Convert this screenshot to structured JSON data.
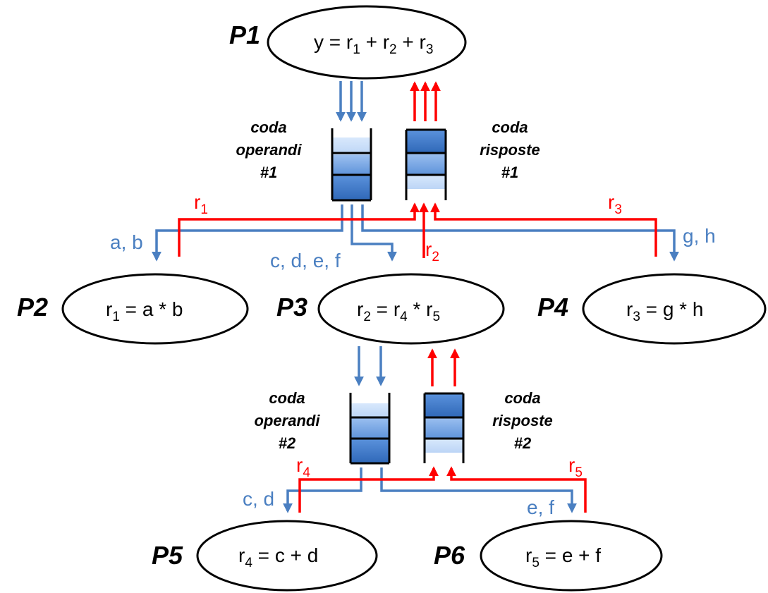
{
  "colors": {
    "operand_flow": "#4a7fc1",
    "result_flow": "#ff0000",
    "queue_fill_light": "#a9c9f3",
    "queue_fill_dark": "#3d78c9",
    "outline": "#000000"
  },
  "processes": {
    "p1": {
      "name": "P1",
      "formula": {
        "pre": "y = r",
        "s1": "1",
        "m1": " + r",
        "s2": "2",
        "m2": " + r",
        "s3": "3"
      }
    },
    "p2": {
      "name": "P2",
      "formula": {
        "pre": "r",
        "s1": "1",
        "post": " = a * b"
      }
    },
    "p3": {
      "name": "P3",
      "formula": {
        "pre": "r",
        "s1": "2",
        "m1": " = r",
        "s2": "4",
        "m2": " * r",
        "s3": "5"
      }
    },
    "p4": {
      "name": "P4",
      "formula": {
        "pre": "r",
        "s1": "3",
        "post": " = g * h"
      }
    },
    "p5": {
      "name": "P5",
      "formula": {
        "pre": "r",
        "s1": "4",
        "post": " = c + d"
      }
    },
    "p6": {
      "name": "P6",
      "formula": {
        "pre": "r",
        "s1": "5",
        "post": " = e + f"
      }
    }
  },
  "queues": {
    "operandi1": {
      "line1": "coda",
      "line2": "operandi",
      "line3": "#1"
    },
    "risposte1": {
      "line1": "coda",
      "line2": "risposte",
      "line3": "#1"
    },
    "operandi2": {
      "line1": "coda",
      "line2": "operandi",
      "line3": "#2"
    },
    "risposte2": {
      "line1": "coda",
      "line2": "risposte",
      "line3": "#2"
    }
  },
  "operand_labels": {
    "ab": "a, b",
    "cdef": "c, d, e, f",
    "gh": "g, h",
    "cd": "c, d",
    "ef": "e, f"
  },
  "result_labels": {
    "r1": {
      "base": "r",
      "sub": "1"
    },
    "r2": {
      "base": "r",
      "sub": "2"
    },
    "r3": {
      "base": "r",
      "sub": "3"
    },
    "r4": {
      "base": "r",
      "sub": "4"
    },
    "r5": {
      "base": "r",
      "sub": "5"
    }
  }
}
